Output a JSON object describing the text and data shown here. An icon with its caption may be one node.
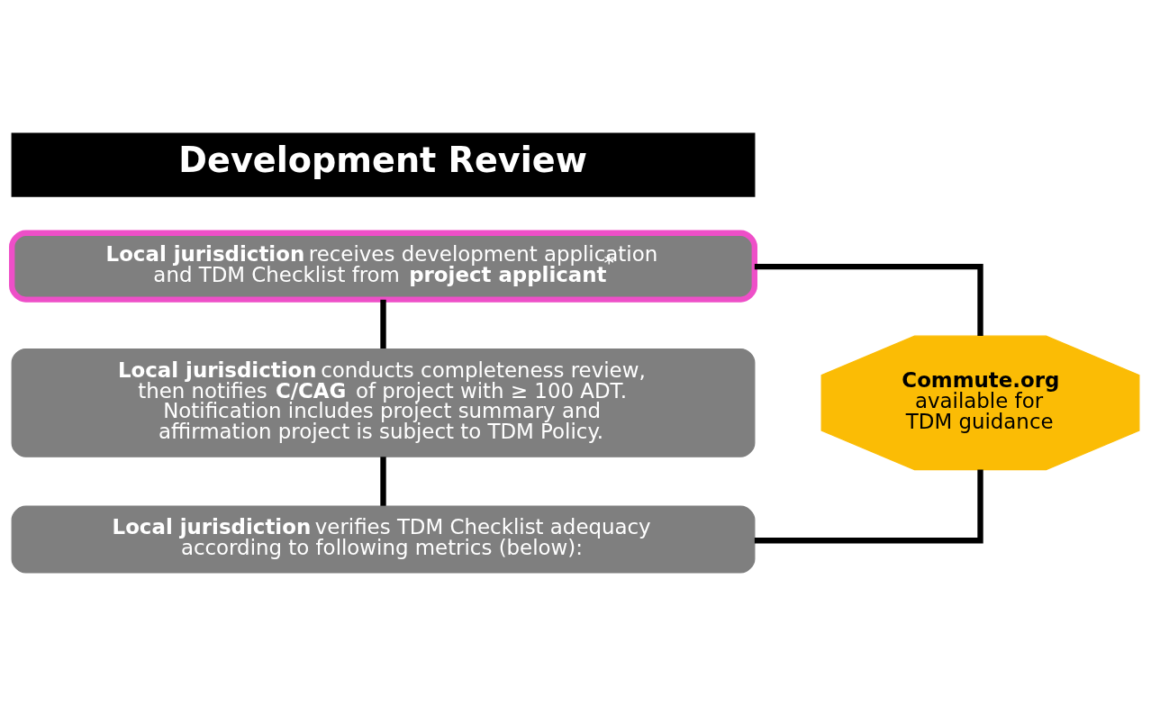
{
  "diagram": {
    "nodes": [
      {
        "text": [
          "Development Review"
        ]
      },
      {
        "text": [
          "**Local jurisdiction** receives development application and TDM Checklist from **project applicant**$^{*}$"
        ]
      },
      {
        "text": [
          "**Local jurisdiction** conducts completeness review, then notifies **C/CAG** of project with ≥ 100 ADT. Notification includes project summary and affirmation project is subject to TDM Policy."
        ]
      },
      {
        "text": [
          "**Local jurisdiction** verifies TDM Checklist adequacy according to following metrics (below):"
        ]
      },
      {
        "text": [
          "**Commute.org** available for TDM guidance"
        ]
      }
    ],
    "edges": [
      {
        "from": 1,
        "to": 2,
        "arrow": "none"
      },
      {
        "from": 2,
        "to": 3,
        "arrow": "none"
      },
      {
        "from": 1,
        "to": 4,
        "arrow": "none"
      },
      {
        "from": 3,
        "to": 4,
        "arrow": "none"
      }
    ]
  }
}
